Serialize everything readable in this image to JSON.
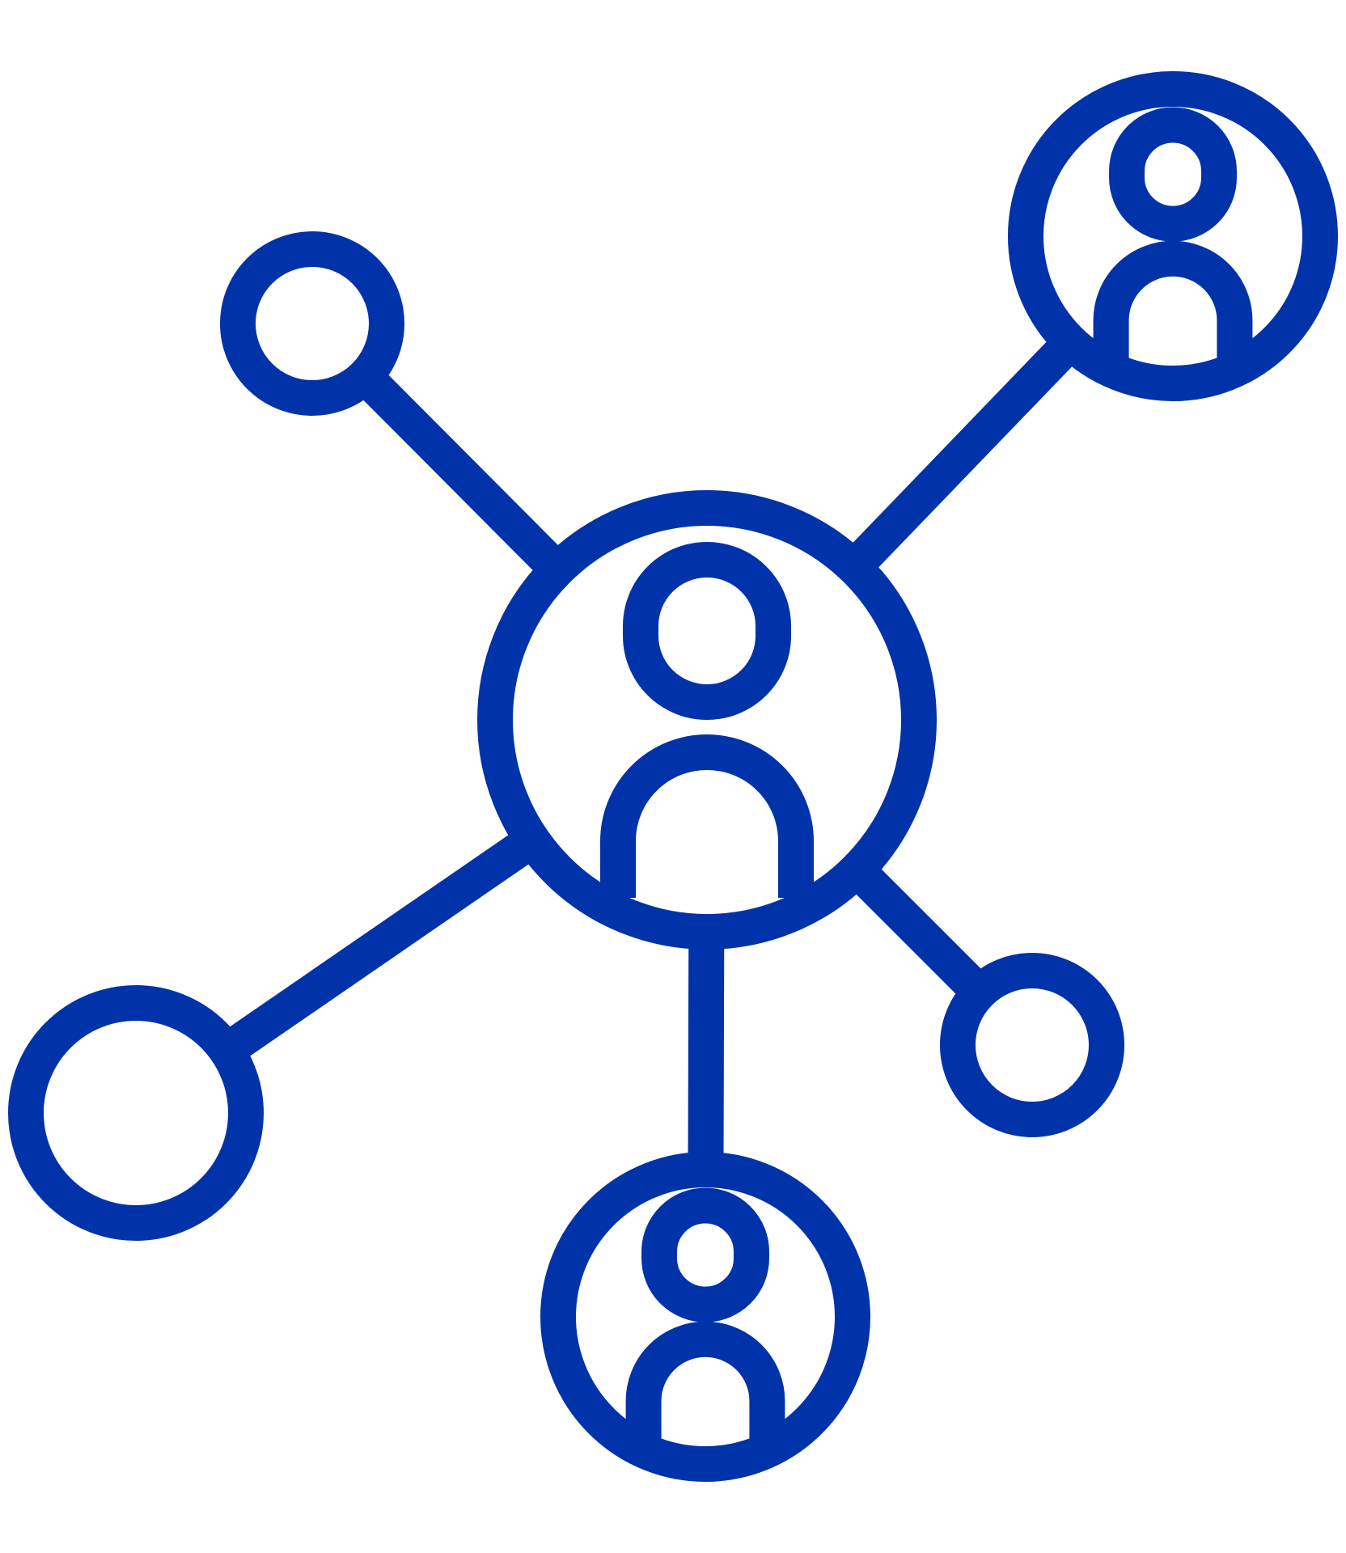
{
  "icon": {
    "name": "social-network-icon",
    "color": "#0033AA",
    "background": "#FFFFFF",
    "nodes": [
      {
        "name": "center-node",
        "kind": "person"
      },
      {
        "name": "top-right-node",
        "kind": "person"
      },
      {
        "name": "bottom-node",
        "kind": "person"
      },
      {
        "name": "top-left-node",
        "kind": "empty"
      },
      {
        "name": "left-node",
        "kind": "empty"
      },
      {
        "name": "right-node",
        "kind": "empty"
      }
    ],
    "edges": [
      [
        "center-node",
        "top-left-node"
      ],
      [
        "center-node",
        "top-right-node"
      ],
      [
        "center-node",
        "left-node"
      ],
      [
        "center-node",
        "bottom-node"
      ],
      [
        "center-node",
        "right-node"
      ]
    ]
  }
}
